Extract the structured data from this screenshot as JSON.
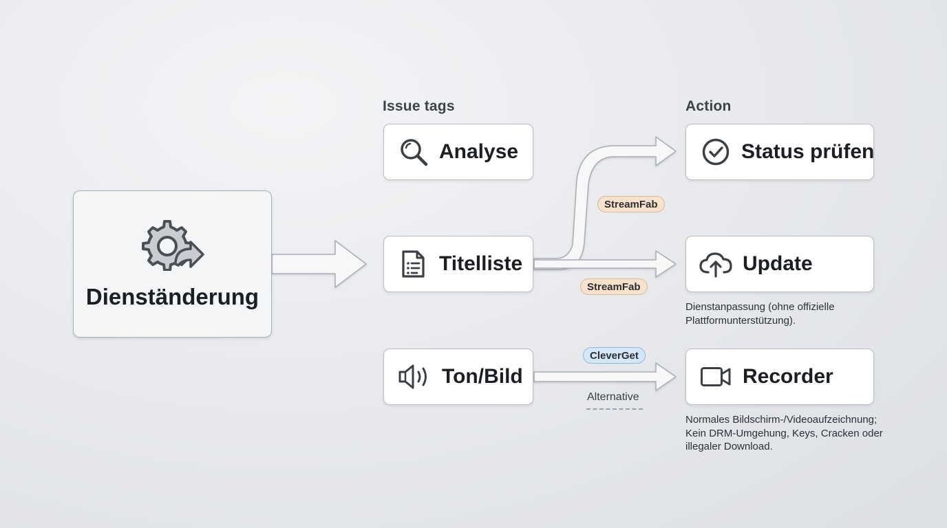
{
  "labels": {
    "issue_tags": "Issue tags",
    "action": "Action"
  },
  "source": {
    "label": "Dienständerung",
    "icon": "gear-share-icon"
  },
  "issues": [
    {
      "label": "Analyse",
      "icon": "search-icon"
    },
    {
      "label": "Titelliste",
      "icon": "document-list-icon"
    },
    {
      "label": "Ton/Bild",
      "icon": "speaker-icon"
    }
  ],
  "actions": [
    {
      "label": "Status prüfen",
      "icon": "check-circle-icon"
    },
    {
      "label": "Update",
      "icon": "cloud-upload-icon"
    },
    {
      "label": "Recorder",
      "icon": "video-camera-icon"
    }
  ],
  "pills": {
    "streamfab_top": "StreamFab",
    "streamfab_mid": "StreamFab",
    "cleverget": "CleverGet"
  },
  "alternative_label": "Alternative",
  "notes": {
    "update_line1": "Dienstanpassung (ohne offizielle",
    "update_line2": "Plattformunterstützung).",
    "recorder_line1": "Normales Bildschirm-/Videoaufzeichnung;",
    "recorder_line2": "Kein DRM-Umgehung, Keys, Cracken oder",
    "recorder_line3": "illegaler Download."
  },
  "colors": {
    "pill_orange": "#f9e2cc",
    "pill_blue": "#d4e7f8",
    "arrow_fill": "#f7f7f8",
    "arrow_stroke": "#a7acb4"
  }
}
